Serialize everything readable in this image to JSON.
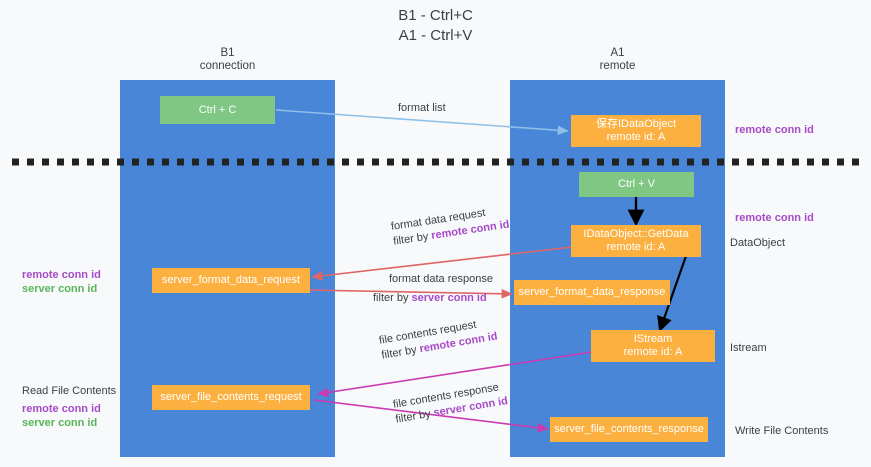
{
  "title": {
    "line1": "B1 - Ctrl+C",
    "line2": "A1 - Ctrl+V"
  },
  "columns": [
    {
      "name": "B1",
      "sub": "connection"
    },
    {
      "name": "A1",
      "sub": "remote"
    }
  ],
  "boxes": {
    "ctrl_c": "Ctrl + C",
    "ctrl_v": "Ctrl + V",
    "save_idataobject_l1": "保存IDataObject",
    "save_idataobject_l2": "remote id: A",
    "getdata_l1": "IDataObject::GetData",
    "getdata_l2": "remote id: A",
    "istream_l1": "IStream",
    "istream_l2": "remote id: A",
    "server_format_data_request": "server_format_data_request",
    "server_format_data_response": "server_format_data_response",
    "server_file_contents_request": "server_file_contents_request",
    "server_file_contents_response": "server_file_contents_response"
  },
  "edges": {
    "format_list": "format list",
    "format_data_request": "format data request",
    "format_data_request_filter_prefix": "filter by ",
    "format_data_request_filter_key": "remote conn id",
    "format_data_response": "format data response",
    "format_data_response_filter_prefix": "filter by ",
    "format_data_response_filter_key": "server conn id",
    "file_contents_request": "file contents request",
    "file_contents_request_filter_prefix": "filter by ",
    "file_contents_request_filter_key": "remote conn id",
    "file_contents_response": "file contents response",
    "file_contents_response_filter_prefix": "filter by ",
    "file_contents_response_filter_key": "server conn id"
  },
  "annotations": {
    "right_remote_conn_id_top": "remote conn id",
    "right_remote_conn_id_mid": "remote conn id",
    "right_dataobject": "DataObject",
    "right_istream": "Istream",
    "right_write_file_contents": "Write File Contents",
    "left_remote_conn_id_1": "remote conn id",
    "left_server_conn_id_1": "server conn id",
    "left_read_file_contents": "Read File Contents",
    "left_remote_conn_id_2": "remote conn id",
    "left_server_conn_id_2": "server conn id"
  },
  "colors": {
    "column": "#4a86d8",
    "green_box": "#81c784",
    "orange_box": "#fbb040",
    "purple_text": "#a64ac9",
    "green_text": "#57b65a",
    "arrow_blue": "#8cc0e8",
    "arrow_red": "#e06666",
    "arrow_magenta": "#cc3ab0",
    "arrow_black": "#000000",
    "divider": "#222222",
    "background": "#f8f9fa"
  }
}
